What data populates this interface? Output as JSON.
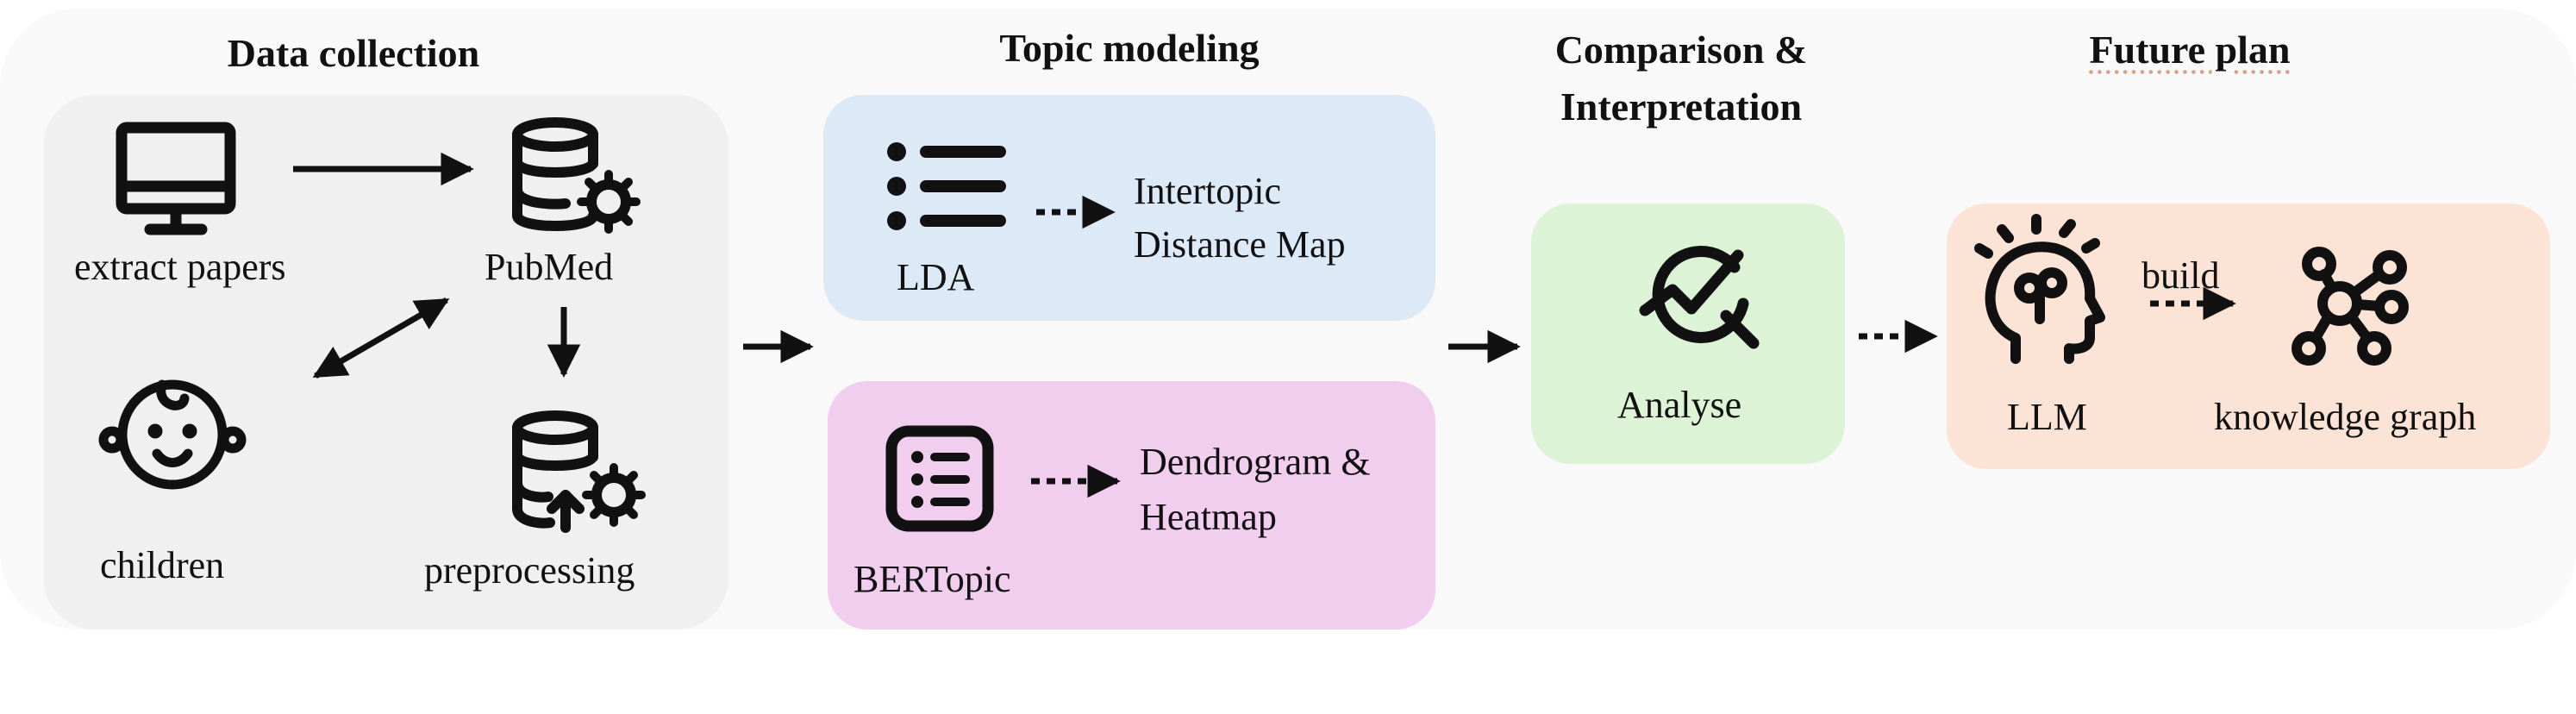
{
  "sections": {
    "data_collection": {
      "title": "Data collection",
      "nodes": {
        "extract": "extract papers",
        "pubmed": "PubMed",
        "children": "children",
        "preprocessing": "preprocessing"
      }
    },
    "topic_modeling": {
      "title": "Topic modeling",
      "lda": {
        "name": "LDA",
        "output": [
          "Intertopic",
          "Distance Map"
        ]
      },
      "bertopic": {
        "name": "BERTopic",
        "output": [
          "Dendrogram &",
          "Heatmap"
        ]
      }
    },
    "comparison": {
      "title": [
        "Comparison &",
        "Interpretation"
      ],
      "node": "Analyse"
    },
    "future": {
      "title": "Future plan",
      "llm": "LLM",
      "edge_label": "build",
      "graph": "knowledge graph"
    }
  },
  "colors": {
    "data_collection_box": "#f0f0f0",
    "lda_box": "#dce9f6",
    "bertopic_box": "#f1cdee",
    "analyse_box": "#dcf3d5",
    "future_box": "#fbe3d5"
  },
  "icons": [
    "monitor-icon",
    "database-gear-icon",
    "baby-face-icon",
    "database-upload-gear-icon",
    "list-icon",
    "list-box-icon",
    "analysis-magnifier-icon",
    "brain-head-icon",
    "network-hub-icon"
  ]
}
